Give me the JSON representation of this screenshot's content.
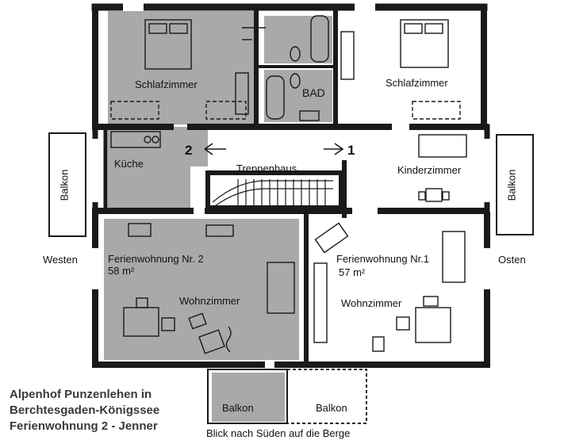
{
  "rooms": {
    "schlafzimmer_left": "Schlafzimmer",
    "bad": "BAD",
    "schlafzimmer_right": "Schlafzimmer",
    "kueche": "Küche",
    "treppenhaus": "Treppenhaus",
    "kinderzimmer": "Kinderzimmer",
    "wohnzimmer_left": "Wohnzimmer",
    "wohnzimmer_right": "Wohnzimmer"
  },
  "balconies": {
    "west": "Balkon",
    "east": "Balkon",
    "south_left": "Balkon",
    "south_right": "Balkon"
  },
  "apartments": {
    "nr2_name": "Ferienwohnung Nr. 2",
    "nr2_area": "58 m²",
    "nr1_name": "Ferienwohnung Nr.1",
    "nr1_area": "57 m²"
  },
  "markers": {
    "left": "2",
    "right": "1"
  },
  "directions": {
    "west": "Westen",
    "east": "Osten",
    "south": "Blick nach Süden auf die Berge"
  },
  "title_lines": [
    "Alpenhof Punzenlehen in",
    "Berchtesgaden-Königssee",
    "Ferienwohnung 2 - Jenner"
  ],
  "colors": {
    "shaded": "#a9a9a9",
    "wall": "#1a1a1a",
    "paper": "#ffffff",
    "title": "#3a3a3a"
  }
}
